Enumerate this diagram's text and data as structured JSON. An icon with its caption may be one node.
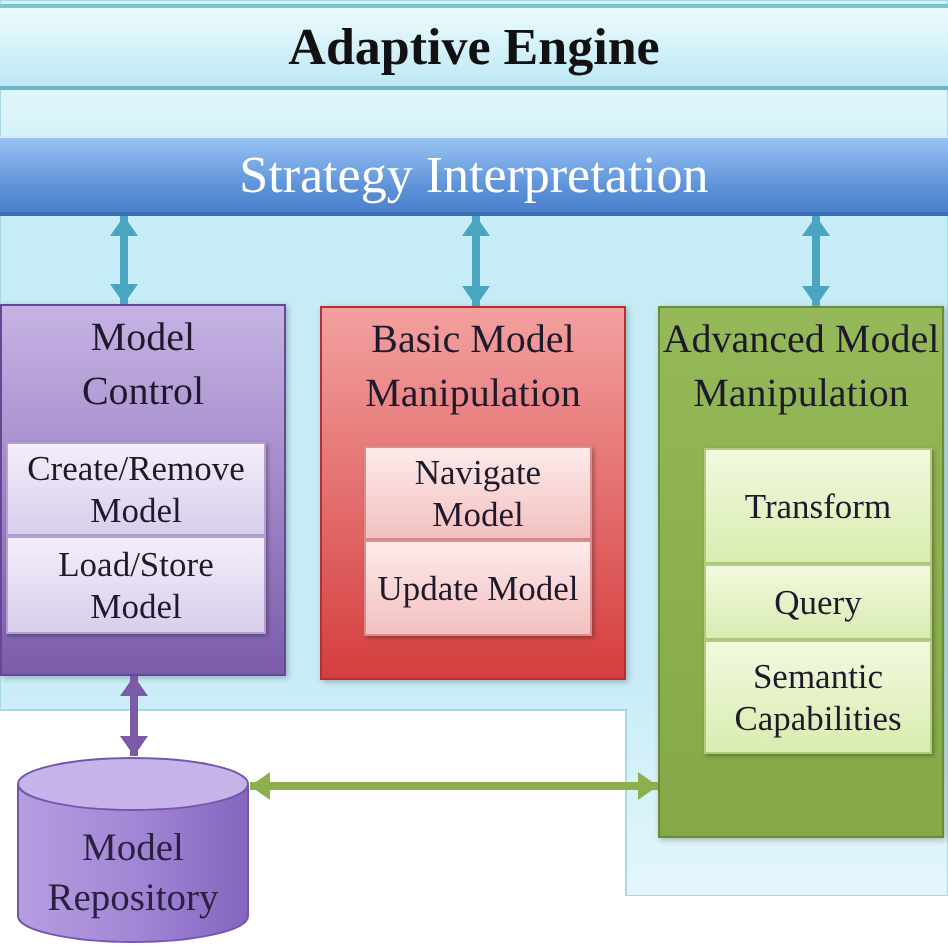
{
  "diagram": {
    "nodes": [
      {
        "text": [
          "Adaptive Engine"
        ]
      },
      {
        "text": [
          "Strategy Interpretation"
        ],
        "in": 0
      },
      {
        "text": [
          "Model Control"
        ],
        "in": 0
      },
      {
        "text": [
          "Create/Remove Model"
        ],
        "in": 2
      },
      {
        "text": [
          "Load/Store Model"
        ],
        "in": 2
      },
      {
        "text": [
          "Basic Model Manipulation"
        ],
        "in": 0
      },
      {
        "text": [
          "Navigate Model"
        ],
        "in": 5
      },
      {
        "text": [
          "Update Model"
        ],
        "in": 5
      },
      {
        "text": [
          "Advanced Model Manipulation"
        ],
        "in": 0
      },
      {
        "text": [
          "Transform"
        ],
        "in": 8
      },
      {
        "text": [
          "Query"
        ],
        "in": 8
      },
      {
        "text": [
          "Semantic Capabilities"
        ],
        "in": 8
      },
      {
        "text": [
          "Model Repository"
        ]
      }
    ],
    "edges": [
      {
        "from": 1,
        "to": 2,
        "arrow": "both"
      },
      {
        "from": 1,
        "to": 5,
        "arrow": "both"
      },
      {
        "from": 1,
        "to": 8,
        "arrow": "both"
      },
      {
        "from": 2,
        "to": 12,
        "arrow": "both",
        "color": "#7b5aa8"
      },
      {
        "from": 12,
        "to": 8,
        "arrow": "both",
        "color": "#8db04d"
      }
    ]
  }
}
